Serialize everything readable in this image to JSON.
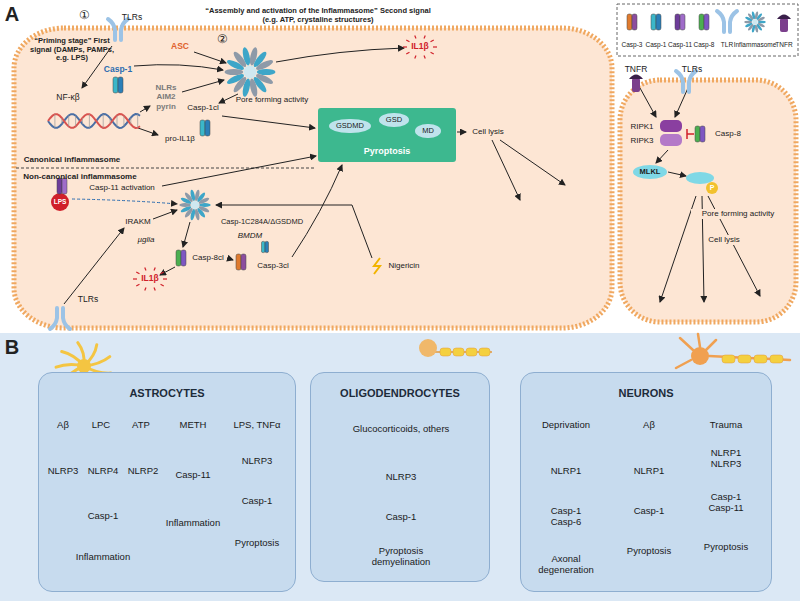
{
  "diagram": {
    "nodes": [
      {
        "text": [
          "Pyroptosis"
        ]
      },
      {
        "text": [
          "GSDMD"
        ],
        "in": 0
      },
      {
        "text": [
          "GSD"
        ],
        "in": 0
      },
      {
        "text": [
          "MD"
        ],
        "in": 0
      },
      {
        "text": [
          "ASTROCYTES"
        ]
      },
      {
        "text": [
          "Aβ"
        ],
        "in": 4
      },
      {
        "text": [
          "LPC"
        ],
        "in": 4
      },
      {
        "text": [
          "ATP"
        ],
        "in": 4
      },
      {
        "text": [
          "NLRP3"
        ],
        "in": 4
      },
      {
        "text": [
          "NLRP4"
        ],
        "in": 4
      },
      {
        "text": [
          "NLRP2"
        ],
        "in": 4
      },
      {
        "text": [
          "Casp-1"
        ],
        "in": 4
      },
      {
        "text": [
          "Inflammation"
        ],
        "in": 4
      },
      {
        "text": [
          "METH"
        ],
        "in": 4
      },
      {
        "text": [
          "Casp-11"
        ],
        "in": 4
      },
      {
        "text": [
          "Inflammation"
        ],
        "in": 4
      },
      {
        "text": [
          "LPS, TNFα"
        ],
        "in": 4
      },
      {
        "text": [
          "NLRP3"
        ],
        "in": 4
      },
      {
        "text": [
          "Casp-1"
        ],
        "in": 4
      },
      {
        "text": [
          "Pyroptosis"
        ],
        "in": 4
      },
      {
        "text": [
          "OLIGODENDROCYTES"
        ]
      },
      {
        "text": [
          "Glucocorticoids, others"
        ],
        "in": 20
      },
      {
        "text": [
          "NLRP3"
        ],
        "in": 20
      },
      {
        "text": [
          "Casp-1"
        ],
        "in": 20
      },
      {
        "text": [
          "Pyroptosis demyelination"
        ],
        "in": 20
      },
      {
        "text": [
          "NEURONS"
        ]
      },
      {
        "text": [
          "Deprivation"
        ],
        "in": 25
      },
      {
        "text": [
          "NLRP1"
        ],
        "in": 25
      },
      {
        "text": [
          "Casp-1 Casp-6"
        ],
        "in": 25
      },
      {
        "text": [
          "Axonal degeneration"
        ],
        "in": 25
      },
      {
        "text": [
          "Aβ"
        ],
        "in": 25
      },
      {
        "text": [
          "NLRP1"
        ],
        "in": 25
      },
      {
        "text": [
          "Casp-1"
        ],
        "in": 25
      },
      {
        "text": [
          "Pyroptosis"
        ],
        "in": 25
      },
      {
        "text": [
          "Trauma"
        ],
        "in": 25
      },
      {
        "text": [
          "NLRP1 NLRP3"
        ],
        "in": 25
      },
      {
        "text": [
          "Casp-1 Casp-11"
        ],
        "in": 25
      },
      {
        "text": [
          "Pyroptosis"
        ],
        "in": 25
      }
    ],
    "edges": [
      {
        "from": 5,
        "to": 8,
        "arrow": "to"
      },
      {
        "from": 6,
        "to": 9,
        "arrow": "to"
      },
      {
        "from": 7,
        "to": 10,
        "arrow": "to"
      },
      {
        "from": 8,
        "to": 11,
        "arrow": "to"
      },
      {
        "from": 9,
        "to": 11,
        "arrow": "to"
      },
      {
        "from": 10,
        "to": 11,
        "arrow": "to"
      },
      {
        "from": 11,
        "to": 12,
        "arrow": "to"
      },
      {
        "from": 13,
        "to": 14,
        "arrow": "to"
      },
      {
        "from": 14,
        "to": 15,
        "arrow": "to"
      },
      {
        "from": 16,
        "to": 17,
        "arrow": "to"
      },
      {
        "from": 17,
        "to": 18,
        "arrow": "to"
      },
      {
        "from": 18,
        "to": 19,
        "arrow": "to"
      },
      {
        "from": 21,
        "to": 22,
        "arrow": "to"
      },
      {
        "from": 22,
        "to": 23,
        "arrow": "to"
      },
      {
        "from": 23,
        "to": 24,
        "arrow": "to"
      },
      {
        "from": 26,
        "to": 27,
        "arrow": "to"
      },
      {
        "from": 27,
        "to": 28,
        "arrow": "to"
      },
      {
        "from": 28,
        "to": 29,
        "arrow": "to"
      },
      {
        "from": 30,
        "to": 31,
        "arrow": "to"
      },
      {
        "from": 31,
        "to": 32,
        "arrow": "to"
      },
      {
        "from": 32,
        "to": 33,
        "arrow": "to"
      },
      {
        "from": 34,
        "to": 35,
        "arrow": "to"
      },
      {
        "from": 35,
        "to": 36,
        "arrow": "to"
      },
      {
        "from": 36,
        "to": 37,
        "arrow": "to"
      }
    ],
    "labels": [
      "A",
      "①",
      "TLRs",
      "“Priming stage” First signal (DAMPs, PAMPs, e.g. LPS)",
      "“Assembly and activation of the Inflammasome” Second signal (e.g. ATP, crystaline structures)",
      "②",
      "ASC",
      "Casp-1",
      "IL1β",
      "NF-κβ",
      "NLRs AIM2 pyrin",
      "pro-IL1β",
      "Casp-1cl",
      "Pore forming activity",
      "Cell lysis",
      "Canonical inflammasome",
      "Non-canonical inflammasome",
      "LPS",
      "Casp-11 activation",
      "IRAKM",
      "µglia",
      "Casp-8cl",
      "Casp-1C284A/ΔGSDMD",
      "BMDM",
      "Casp-3cl",
      "Nigericin",
      "IL1β",
      "TLRs",
      "TNFR",
      "TLRs",
      "RIPK1",
      "RIPK3",
      "Casp-8",
      "MLKL",
      "P",
      "Pore forming activity",
      "Cell lysis",
      "B"
    ],
    "legend": [
      {
        "text": "Casp-3"
      },
      {
        "text": "Casp-1"
      },
      {
        "text": "Casp-11"
      },
      {
        "text": "Casp-8"
      },
      {
        "text": "TLR"
      },
      {
        "text": "Inflammasome"
      },
      {
        "text": "TNFR"
      }
    ]
  }
}
